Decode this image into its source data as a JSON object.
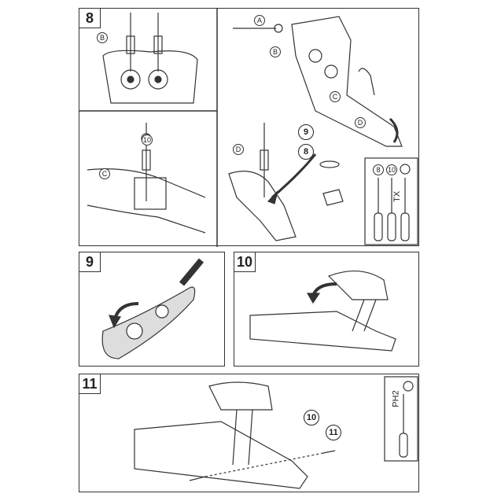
{
  "steps": {
    "step8": {
      "number": "8",
      "labels": {
        "b_top": "B",
        "a": "A",
        "b_right": "B",
        "c_right": "C",
        "d_right": "D",
        "c_left": "C",
        "d_left": "D"
      },
      "callouts": {
        "washer": "10",
        "nut": "9",
        "washer_large": "8"
      },
      "tools": {
        "socket1": "8",
        "socket2": "10",
        "bit3": "TX"
      }
    },
    "step9": {
      "number": "9"
    },
    "step10": {
      "number": "10"
    },
    "step11": {
      "number": "11",
      "callouts": {
        "washer": "10",
        "screw": "11"
      },
      "tool": "PH2"
    }
  }
}
